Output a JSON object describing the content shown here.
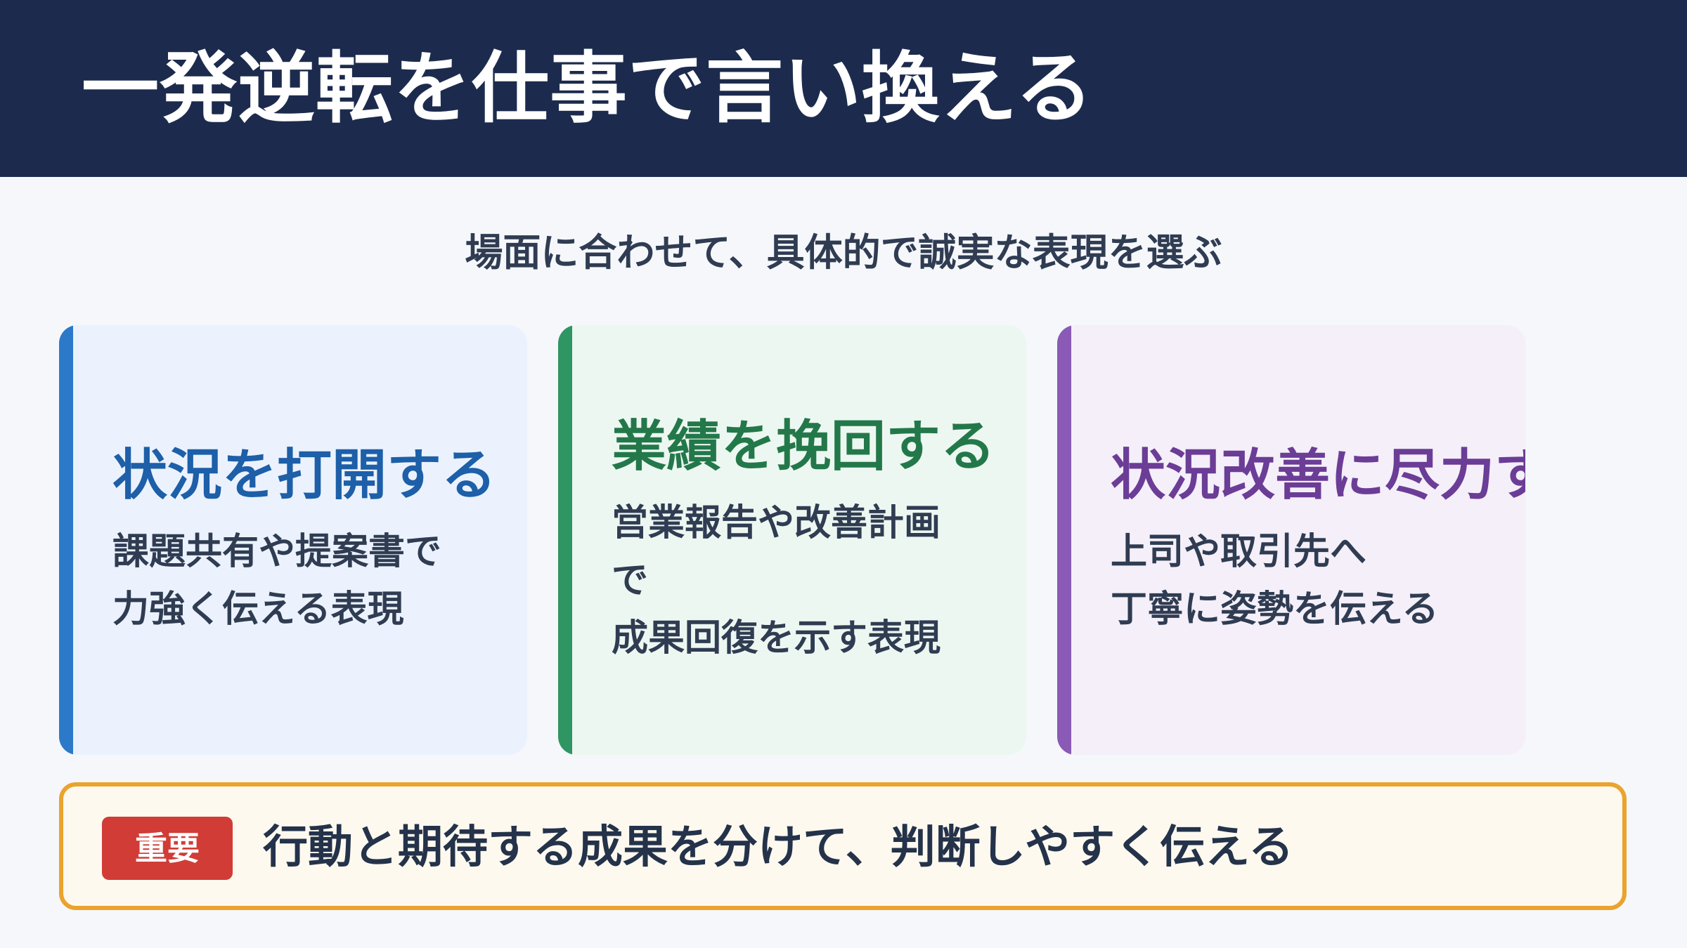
{
  "header": {
    "title": "一発逆転を仕事で言い換える"
  },
  "subtitle": "場面に合わせて、具体的で誠実な表現を選ぶ",
  "cards": [
    {
      "title": "状況を打開する",
      "lines": [
        "課題共有や提案書で",
        "力強く伝える表現"
      ],
      "accent_color": "#2c79c9"
    },
    {
      "title": "業績を挽回する",
      "lines": [
        "営業報告や改善計画",
        "で",
        "成果回復を示す表現"
      ],
      "accent_color": "#2f9562"
    },
    {
      "title": "状況改善に尽力する",
      "lines": [
        "上司や取引先へ",
        "丁寧に姿勢を伝える"
      ],
      "accent_color": "#8a5ab6"
    }
  ],
  "important": {
    "badge": "重要",
    "text": "行動と期待する成果を分けて、判断しやすく伝える",
    "badge_color": "#d13c36",
    "border_color": "#eaa32d"
  }
}
